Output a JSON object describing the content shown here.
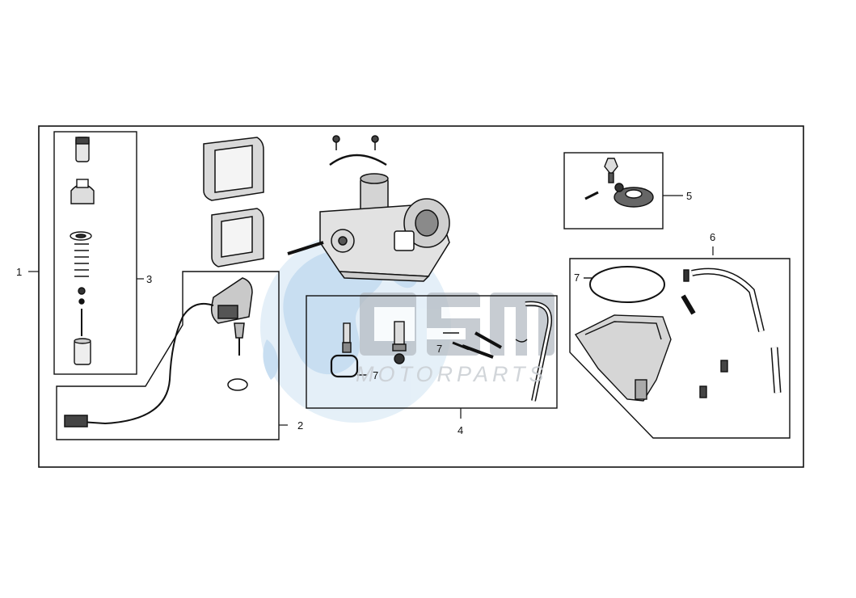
{
  "diagram": {
    "callouts": {
      "c1": "1",
      "c2": "2",
      "c3": "3",
      "c4": "4",
      "c5": "5",
      "c6": "6",
      "c7a": "7",
      "c7b": "7",
      "c7c": "7"
    },
    "watermark": {
      "brand": "GSM",
      "tagline": "MOTORPARTS"
    }
  }
}
